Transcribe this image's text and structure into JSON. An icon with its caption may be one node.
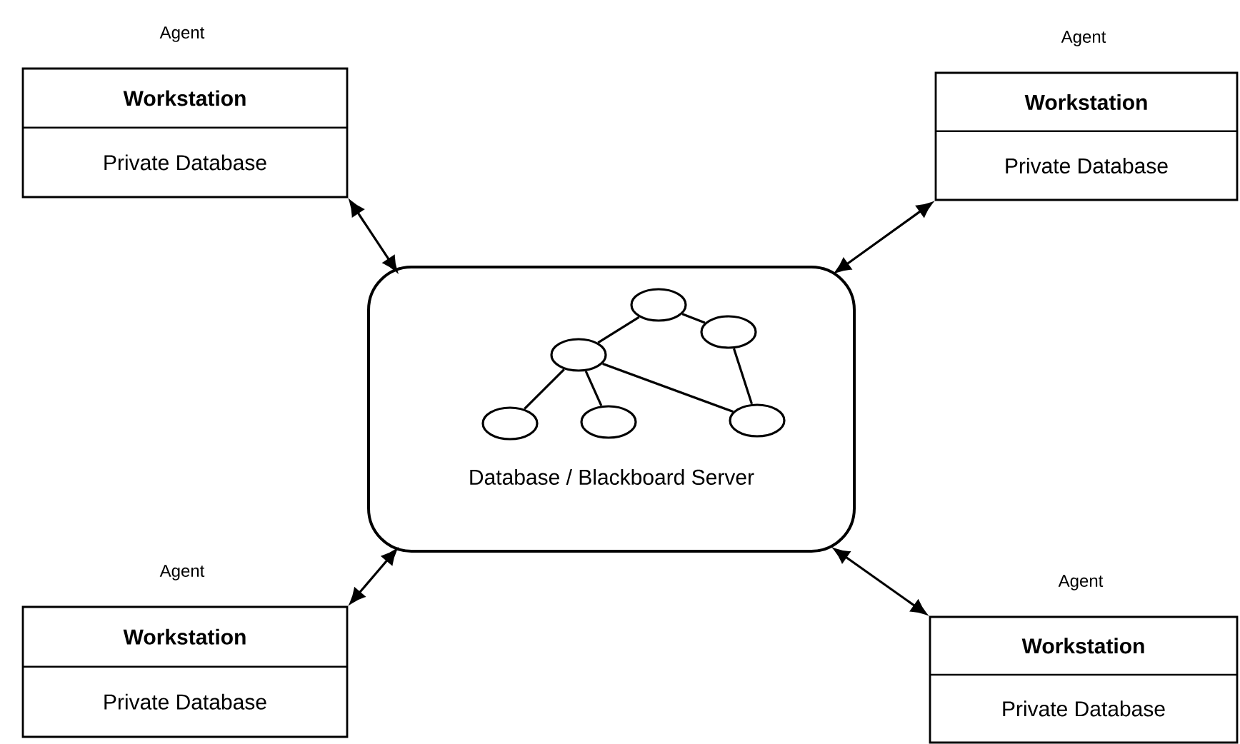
{
  "diagram": {
    "nodes": [
      {
        "text": [
          "Agent",
          "Workstation",
          "Private Database"
        ]
      },
      {
        "text": [
          "Agent",
          "Workstation",
          "Private Database"
        ]
      },
      {
        "text": [
          "Database / Blackboard Server"
        ]
      },
      {
        "text": [],
        "shape": "ellipse",
        "in": 2
      },
      {
        "text": [],
        "shape": "ellipse",
        "in": 2
      },
      {
        "text": [],
        "shape": "ellipse",
        "in": 2
      },
      {
        "text": [],
        "shape": "ellipse",
        "in": 2
      },
      {
        "text": [],
        "shape": "ellipse",
        "in": 2
      },
      {
        "text": [],
        "shape": "ellipse",
        "in": 2
      },
      {
        "text": [
          "Agent",
          "Workstation",
          "Private Database"
        ]
      },
      {
        "text": [
          "Agent",
          "Workstation",
          "Private Database"
        ]
      }
    ],
    "edges": [
      {
        "from": 0,
        "to": 2,
        "arrow": "both"
      },
      {
        "from": 1,
        "to": 2,
        "arrow": "both"
      },
      {
        "from": 9,
        "to": 2,
        "arrow": "both"
      },
      {
        "from": 10,
        "to": 2,
        "arrow": "both"
      },
      {
        "from": 3,
        "to": 4,
        "arrow": "none"
      },
      {
        "from": 3,
        "to": 5,
        "arrow": "none"
      },
      {
        "from": 4,
        "to": 6,
        "arrow": "none"
      },
      {
        "from": 4,
        "to": 7,
        "arrow": "none"
      },
      {
        "from": 4,
        "to": 8,
        "arrow": "none"
      },
      {
        "from": 5,
        "to": 8,
        "arrow": "none"
      }
    ]
  }
}
